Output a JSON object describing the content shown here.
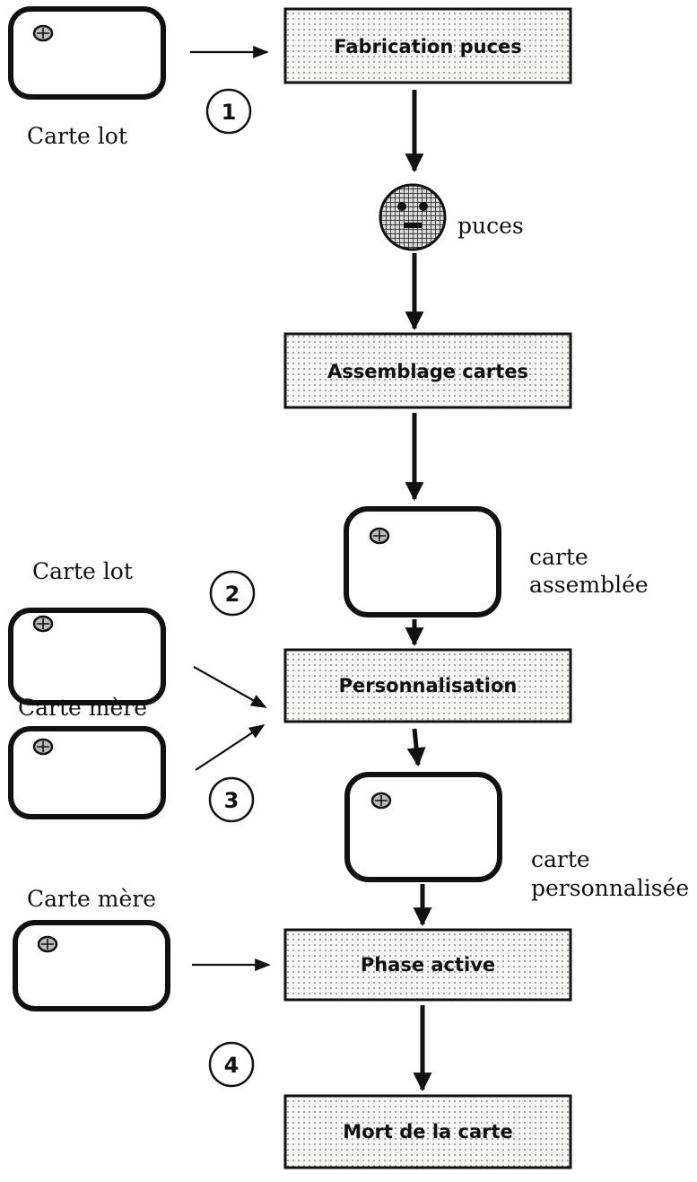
{
  "steps": {
    "fabrication": "Fabrication puces",
    "assemblage": "Assemblage cartes",
    "personnalisation": "Personnalisation",
    "phase_active": "Phase active",
    "mort": "Mort de la carte"
  },
  "labels": {
    "carte_lot_1": "Carte lot",
    "puces": "puces",
    "carte_assemblee_l1": "carte",
    "carte_assemblee_l2": "assemblée",
    "carte_lot_2": "Carte lot",
    "carte_mere_1": "Carte mère",
    "carte_personnalisee_l1": "carte",
    "carte_personnalisee_l2": "personnalisée",
    "carte_mere_2": "Carte mère"
  },
  "numbers": {
    "n1": "1",
    "n2": "2",
    "n3": "3",
    "n4": "4"
  }
}
